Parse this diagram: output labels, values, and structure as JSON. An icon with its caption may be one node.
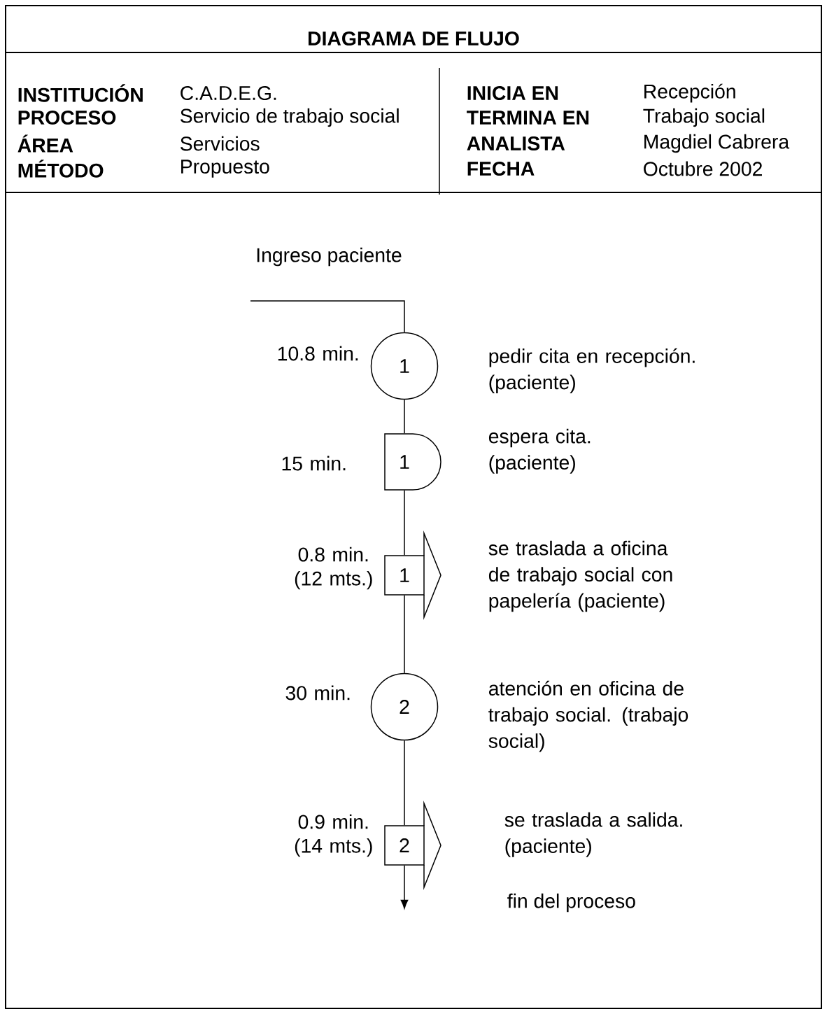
{
  "diagram": {
    "title": "DIAGRAMA DE FLUJO",
    "nodes": [
      {
        "text": [
          "1"
        ],
        "beside": [
          "10.8 min.",
          "pedir cita en recepción. (paciente)"
        ]
      },
      {
        "text": [
          "1"
        ],
        "beside": [
          "15 min.",
          "espera cita. (paciente)"
        ]
      },
      {
        "text": [
          "1"
        ],
        "beside": [
          "0.8 min. (12 mts.)",
          "se traslada a oficina de trabajo social con papelería (paciente)"
        ]
      },
      {
        "text": [
          "2"
        ],
        "beside": [
          "30 min.",
          "atención en oficina de trabajo social. (trabajo social)"
        ]
      },
      {
        "text": [
          "2"
        ],
        "beside": [
          "0.9 min. (14 mts.)",
          "se traslada a salida. (paciente)"
        ]
      }
    ],
    "edges": [
      {
        "from": null,
        "to": 0,
        "arrow": "none"
      },
      {
        "from": 0,
        "to": 1,
        "arrow": "none"
      },
      {
        "from": 1,
        "to": 2,
        "arrow": "none"
      },
      {
        "from": 2,
        "to": 3,
        "arrow": "none"
      },
      {
        "from": 3,
        "to": 4,
        "arrow": "none"
      },
      {
        "from": 4,
        "to": null,
        "arrow": "to"
      }
    ],
    "labels": [
      "INSTITUCIÓN",
      "C.A.D.E.G.",
      "INICIA EN",
      "Recepción",
      "PROCESO",
      "Servicio de trabajo social",
      "TERMINA EN",
      "Trabajo social",
      "ÁREA",
      "Servicios",
      "ANALISTA",
      "Magdiel Cabrera",
      "MÉTODO",
      "Propuesto",
      "FECHA",
      "Octubre 2002",
      "Ingreso paciente",
      "fin del proceso"
    ]
  }
}
